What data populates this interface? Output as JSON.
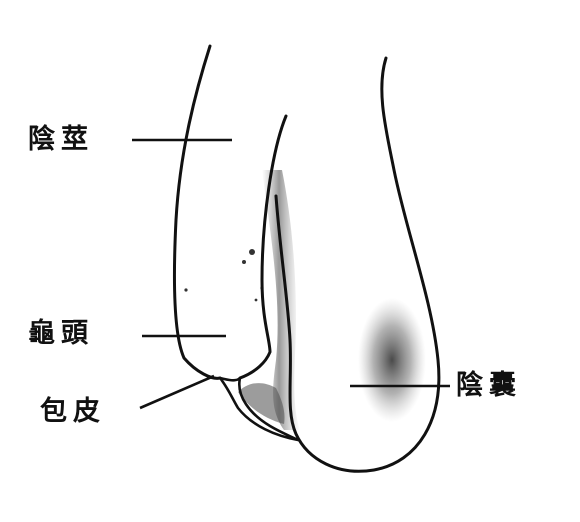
{
  "diagram": {
    "labels": {
      "shaft": "陰莖",
      "glans": "龜頭",
      "foreskin": "包皮",
      "scrotum": "陰囊"
    },
    "colors": {
      "ink": "#111111",
      "shading": "#3a3a3a",
      "background": "#ffffff"
    }
  }
}
